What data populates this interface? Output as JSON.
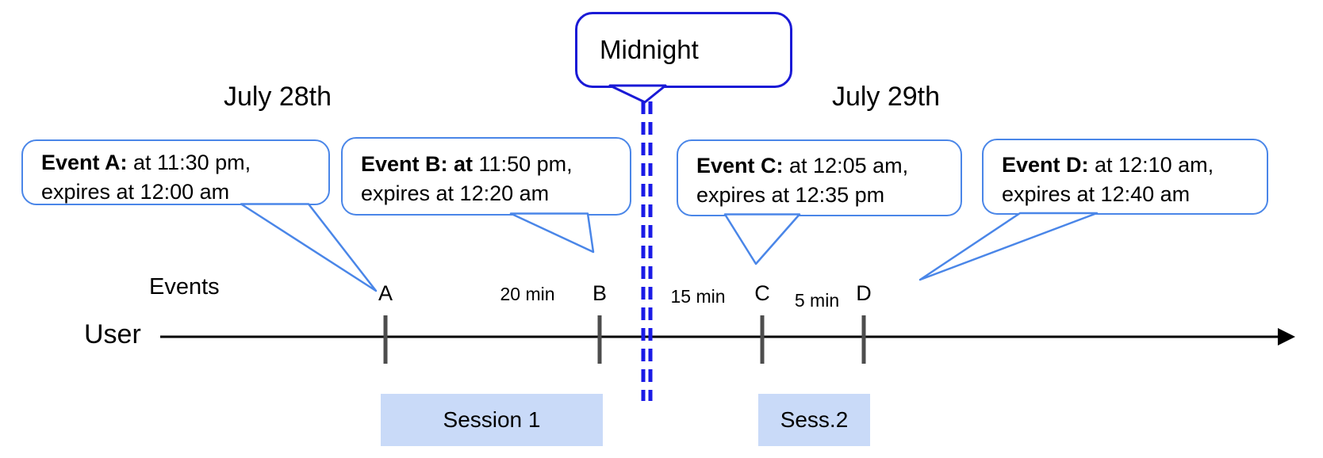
{
  "titles": {
    "left": "July 28th",
    "right": "July 29th"
  },
  "midnight_label": "Midnight",
  "axis": {
    "events_label": "Events",
    "user_label": "User"
  },
  "event_bubbles": [
    {
      "tick": "A",
      "bold": "Event A:",
      "text": " at 11:30 pm,",
      "line2": "expires at 12:00 am"
    },
    {
      "tick": "B",
      "bold": "Event B: at",
      "text": " 11:50 pm,",
      "line2": "expires at 12:20 am"
    },
    {
      "tick": "C",
      "bold": "Event C:",
      "text": " at 12:05 am,",
      "line2": "expires at 12:35 pm"
    },
    {
      "tick": "D",
      "bold": "Event D:",
      "text": " at 12:10 am,",
      "line2": "expires at 12:40 am"
    }
  ],
  "intervals": [
    {
      "label": "20 min"
    },
    {
      "label": "15 min"
    },
    {
      "label": "5 min"
    }
  ],
  "sessions": [
    {
      "label": "Session 1"
    },
    {
      "label": "Sess.2"
    }
  ],
  "colors": {
    "bubble_border": "#4a86e8",
    "midnight_border": "#1a1ad6",
    "dashed_line": "#1a1ae6",
    "session_fill": "#c9daf8",
    "tick": "#4d4d4d",
    "timeline": "#000000",
    "text": "#000000"
  }
}
